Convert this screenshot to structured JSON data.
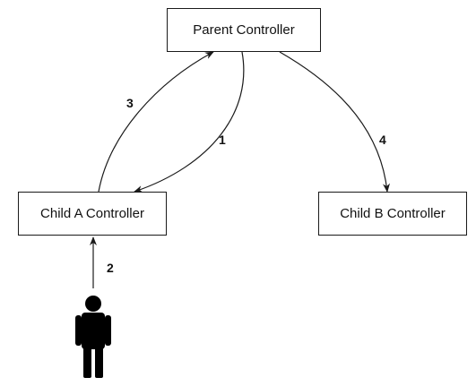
{
  "nodes": {
    "parent": {
      "label": "Parent Controller"
    },
    "child_a": {
      "label": "Child A Controller"
    },
    "child_b": {
      "label": "Child B Controller"
    }
  },
  "edges": [
    {
      "label": "1",
      "from": "Parent Controller",
      "to": "Child A Controller"
    },
    {
      "label": "2",
      "from": "user",
      "to": "Child A Controller"
    },
    {
      "label": "3",
      "from": "Child A Controller",
      "to": "Parent Controller"
    },
    {
      "label": "4",
      "from": "Parent Controller",
      "to": "Child B Controller"
    }
  ],
  "icons": {
    "user": "person-icon"
  },
  "colors": {
    "stroke": "#1a1a1a",
    "figure": "#000000",
    "background": "#ffffff"
  }
}
